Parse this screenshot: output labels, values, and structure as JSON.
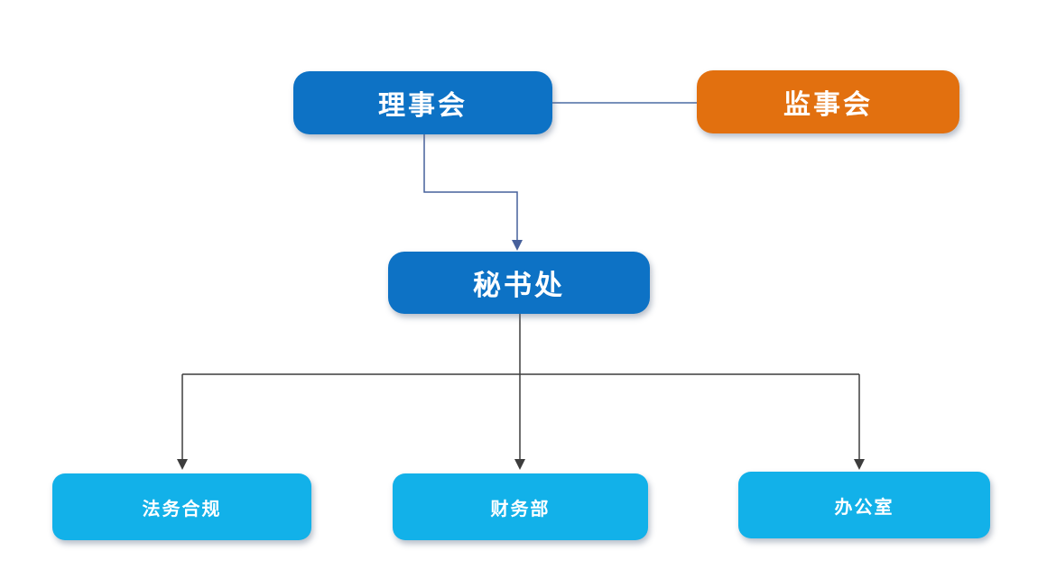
{
  "diagram": {
    "type": "org-chart",
    "canvas": {
      "background": "#ffffff"
    },
    "palette": {
      "node_blue": "#0d72c5",
      "node_orange": "#e2700f",
      "node_cyan": "#12b1e9",
      "edge_blue": "#4a6ba3",
      "edge_arrow_blue": "#47609b",
      "edge_dark": "#3d3d3d",
      "text": "#ffffff"
    },
    "nodes": [
      {
        "id": "board",
        "label": "理事会",
        "level": 1,
        "color": "#0d72c5",
        "text_color": "#ffffff"
      },
      {
        "id": "supervisory",
        "label": "监事会",
        "level": 1,
        "color": "#e2700f",
        "text_color": "#ffffff"
      },
      {
        "id": "secretariat",
        "label": "秘书处",
        "level": 2,
        "color": "#0d72c5",
        "text_color": "#ffffff"
      },
      {
        "id": "legal",
        "label": "法务合规",
        "level": 3,
        "color": "#12b1e9",
        "text_color": "#ffffff"
      },
      {
        "id": "finance",
        "label": "财务部",
        "level": 3,
        "color": "#12b1e9",
        "text_color": "#ffffff"
      },
      {
        "id": "office",
        "label": "办公室",
        "level": 3,
        "color": "#12b1e9",
        "text_color": "#ffffff"
      }
    ],
    "edges": [
      {
        "from": "board",
        "to": "supervisory",
        "style": "plain-line",
        "color": "#4a6ba3"
      },
      {
        "from": "board",
        "to": "secretariat",
        "style": "elbow-arrow",
        "color": "#47609b"
      },
      {
        "from": "secretariat",
        "to": "legal",
        "style": "tree-arrow",
        "color": "#3d3d3d"
      },
      {
        "from": "secretariat",
        "to": "finance",
        "style": "tree-arrow",
        "color": "#3d3d3d"
      },
      {
        "from": "secretariat",
        "to": "office",
        "style": "tree-arrow",
        "color": "#3d3d3d"
      }
    ]
  }
}
